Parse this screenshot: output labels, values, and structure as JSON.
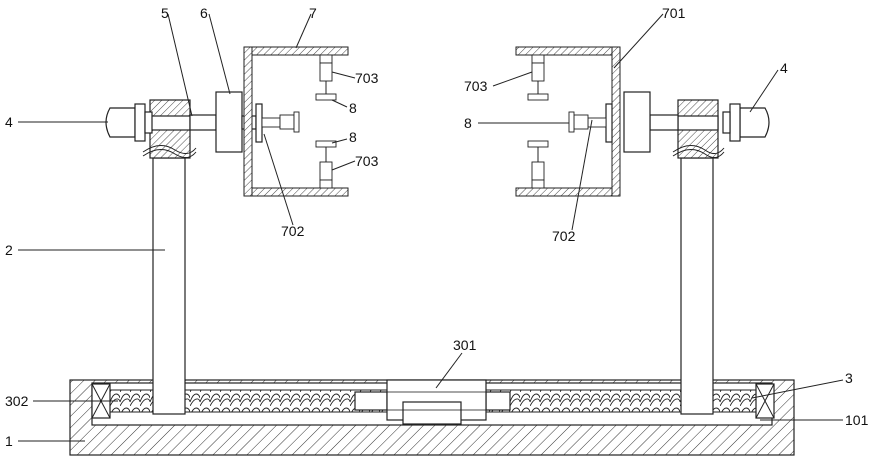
{
  "labels": [
    {
      "id": "lbl-5",
      "text": "5"
    },
    {
      "id": "lbl-6",
      "text": "6"
    },
    {
      "id": "lbl-7",
      "text": "7"
    },
    {
      "id": "lbl-701",
      "text": "701"
    },
    {
      "id": "lbl-4-left",
      "text": "4"
    },
    {
      "id": "lbl-4-right",
      "text": "4"
    },
    {
      "id": "lbl-703-a",
      "text": "703"
    },
    {
      "id": "lbl-8-a",
      "text": "8"
    },
    {
      "id": "lbl-8-b",
      "text": "8"
    },
    {
      "id": "lbl-703-b",
      "text": "703"
    },
    {
      "id": "lbl-702-left",
      "text": "702"
    },
    {
      "id": "lbl-703-c",
      "text": "703"
    },
    {
      "id": "lbl-8-c",
      "text": "8"
    },
    {
      "id": "lbl-702-right",
      "text": "702"
    },
    {
      "id": "lbl-2",
      "text": "2"
    },
    {
      "id": "lbl-301",
      "text": "301"
    },
    {
      "id": "lbl-3",
      "text": "3"
    },
    {
      "id": "lbl-302",
      "text": "302"
    },
    {
      "id": "lbl-101",
      "text": "101"
    },
    {
      "id": "lbl-1",
      "text": "1"
    }
  ],
  "colors": {
    "stroke": "#222222",
    "background": "#ffffff"
  }
}
